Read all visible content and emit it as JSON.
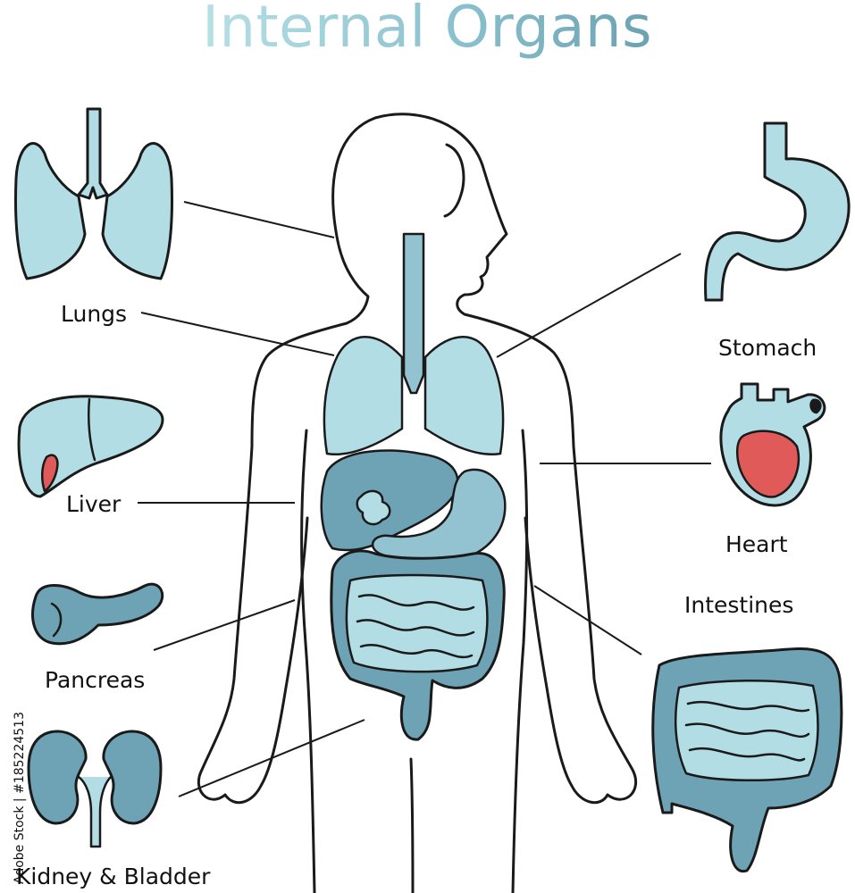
{
  "title": "Internal Organs",
  "colors": {
    "title_light": "#a9d8df",
    "title_dark": "#6fa7b6",
    "organ_light": "#b3dde5",
    "organ_mid": "#93c3d1",
    "organ_dark": "#6ea3b5",
    "heart_red": "#e05a5a",
    "outline": "#1a1a1a"
  },
  "labels": {
    "lungs": "Lungs",
    "liver": "Liver",
    "pancreas": "Pancreas",
    "kidney": "Kidney & Bladder",
    "stomach": "Stomach",
    "heart": "Heart",
    "intestines": "Intestines"
  },
  "stock_id": "Adobe Stock | #185224513"
}
